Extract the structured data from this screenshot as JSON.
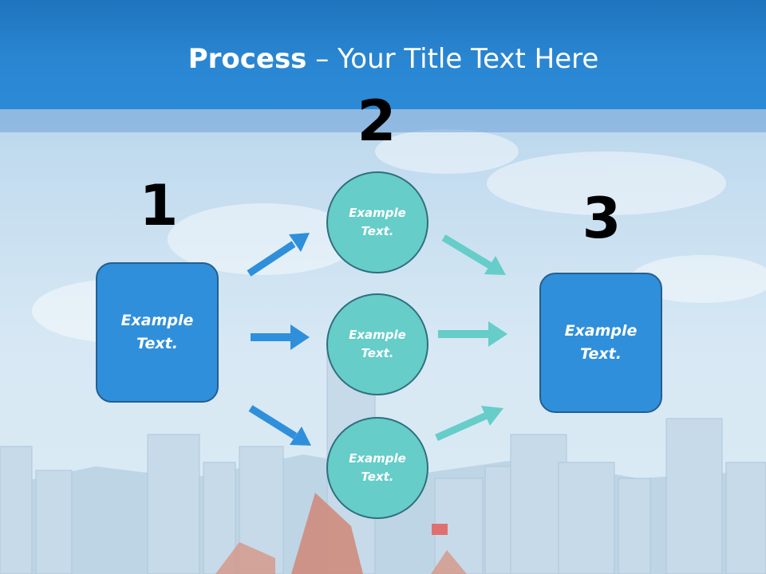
{
  "title": {
    "bold": "Process",
    "rest": " – Your Title Text Here"
  },
  "steps": [
    {
      "number": "1",
      "text": "Example\nText."
    },
    {
      "number": "2",
      "circles": [
        "Example\nText.",
        "Example\nText.",
        "Example\nText."
      ]
    },
    {
      "number": "3",
      "text": "Example\nText."
    }
  ],
  "colors": {
    "header": "#2a86d2",
    "box": "#2f8fdb",
    "circle": "#66cdc9",
    "arrow_left": "#2f8fdb",
    "arrow_right": "#66cdc9"
  }
}
